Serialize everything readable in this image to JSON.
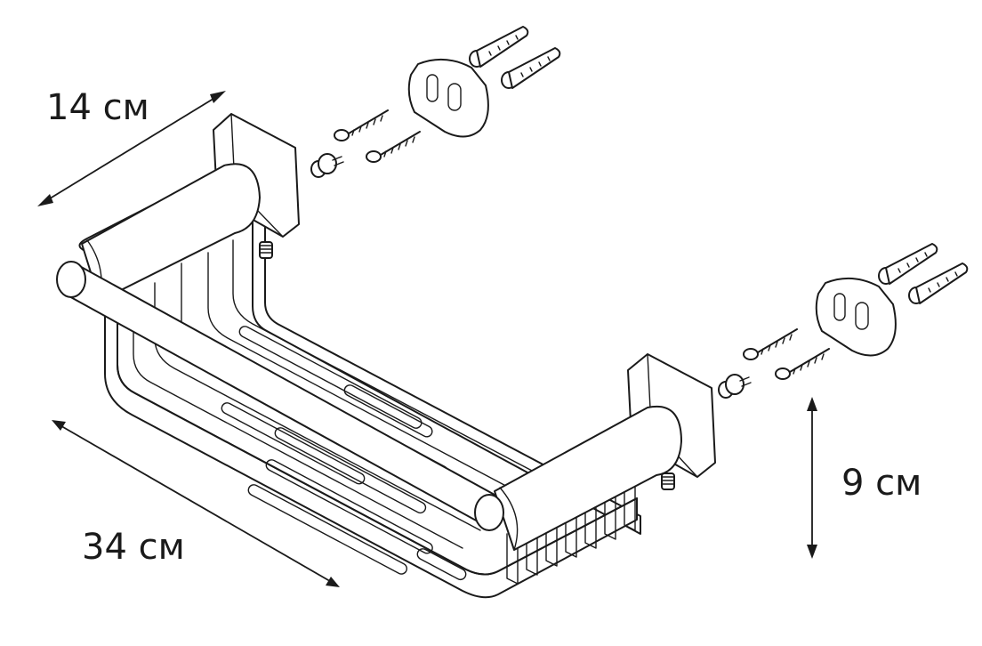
{
  "dimensions": {
    "depth_label": "14 см",
    "length_label": "34 см",
    "height_label": "9 см"
  }
}
